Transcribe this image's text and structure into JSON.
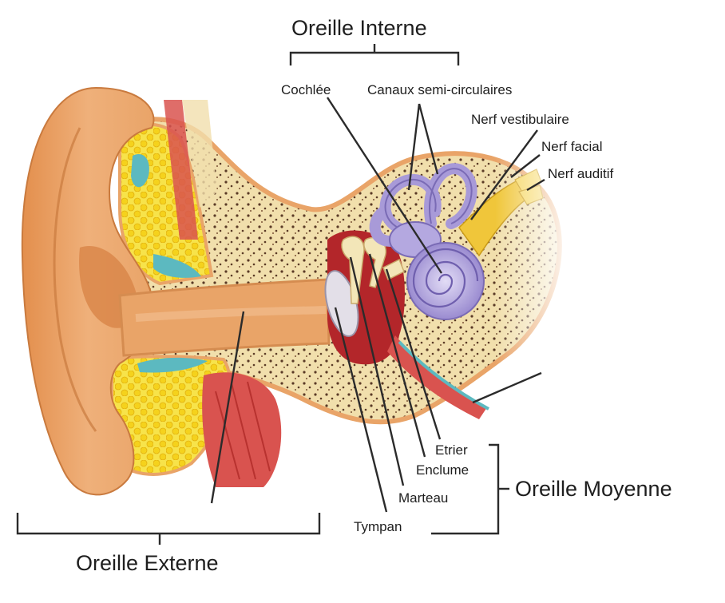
{
  "groups": {
    "inner": "Oreille Interne",
    "middle": "Oreille Moyenne",
    "outer": "Oreille Externe"
  },
  "labels": {
    "cochlea": "Cochlée",
    "canals": "Canaux semi-circulaires",
    "vestibular_nerve": "Nerf vestibulaire",
    "facial_nerve": "Nerf facial",
    "auditory_nerve": "Nerf auditif",
    "stapes": "Etrier",
    "incus": "Enclume",
    "malleus": "Marteau",
    "eardrum": "Tympan"
  },
  "colors": {
    "skin": "#e9a468",
    "skin_dark": "#c97a3e",
    "bone": "#f1dfac",
    "bone_dots": "#5a3a26",
    "fat": "#f5dd2c",
    "muscle": "#d9534f",
    "labyrinth": "#a89ad8",
    "nerve": "#f0c63a",
    "line": "#2b2b2b"
  }
}
